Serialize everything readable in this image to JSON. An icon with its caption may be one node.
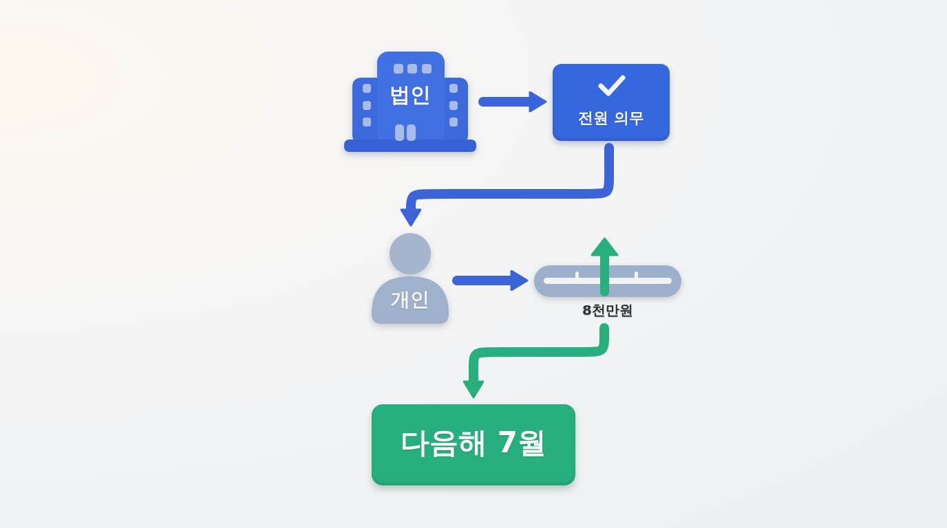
{
  "diagram": {
    "nodes": [
      {
        "text": [
          "법인"
        ]
      },
      {
        "text": [
          "전원 의무"
        ]
      },
      {
        "text": [
          "개인"
        ]
      },
      {
        "text": [
          "8천만원"
        ]
      },
      {
        "text": [
          "다음해 7월"
        ]
      }
    ],
    "edges": [
      {
        "from": 0,
        "to": 1,
        "arrow": "to"
      },
      {
        "from": 1,
        "to": 2,
        "arrow": "to"
      },
      {
        "from": 2,
        "to": 3,
        "arrow": "to"
      },
      {
        "from": 3,
        "to": 4,
        "arrow": "to",
        "color": "#27b07d"
      }
    ]
  }
}
